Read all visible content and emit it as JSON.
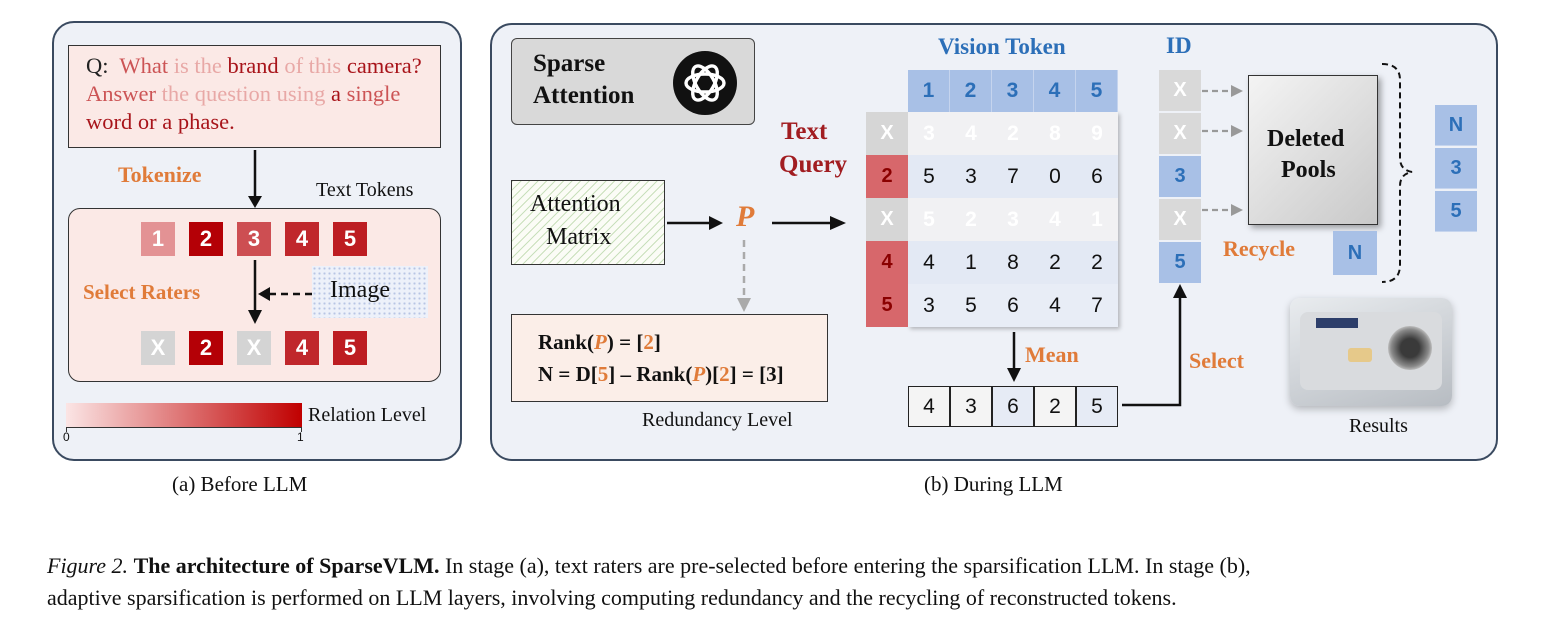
{
  "panel_a": {
    "question": {
      "prefix": "Q:",
      "words": [
        {
          "text": "What",
          "style": "mid"
        },
        {
          "text": "is the",
          "style": "light"
        },
        {
          "text": "brand",
          "style": "dark"
        },
        {
          "text": "of this",
          "style": "light"
        },
        {
          "text": "camera?",
          "style": "dark"
        },
        {
          "text": "Answer",
          "style": "mid"
        },
        {
          "text": "the question",
          "style": "light"
        },
        {
          "text": "using",
          "style": "light"
        },
        {
          "text": "a",
          "style": "dark"
        },
        {
          "text": "single",
          "style": "mid"
        },
        {
          "text": "word or a phase.",
          "style": "dark"
        }
      ]
    },
    "tokenize_label": "Tokenize",
    "text_tokens_label": "Text Tokens",
    "tokens_row1": [
      {
        "text": "1",
        "level": 0.25
      },
      {
        "text": "2",
        "level": 1.0
      },
      {
        "text": "3",
        "level": 0.6
      },
      {
        "text": "4",
        "level": 0.8
      },
      {
        "text": "5",
        "level": 0.85
      }
    ],
    "select_raters_label": "Select Raters",
    "image_label": "Image",
    "tokens_row2": [
      {
        "text": "X",
        "level": -1
      },
      {
        "text": "2",
        "level": 1.0
      },
      {
        "text": "X",
        "level": -1
      },
      {
        "text": "4",
        "level": 0.8
      },
      {
        "text": "5",
        "level": 0.85
      }
    ],
    "legend": {
      "label": "Relation Level",
      "min": "0",
      "max": "1",
      "start_color": "#fbe5e5",
      "end_color": "#c00000"
    },
    "caption": "(a) Before LLM"
  },
  "panel_b": {
    "sparse_attention_label": [
      "Sparse",
      "Attention"
    ],
    "attention_matrix_label": [
      "Attention",
      "Matrix"
    ],
    "p_symbol": "P",
    "text_query_label": [
      "Text",
      "Query"
    ],
    "vision_token_label": "Vision Token",
    "vision_token_ids": [
      "1",
      "2",
      "3",
      "4",
      "5"
    ],
    "query_rows": [
      {
        "id": "X",
        "active": false,
        "values": [
          "3",
          "4",
          "2",
          "8",
          "9"
        ]
      },
      {
        "id": "2",
        "active": true,
        "values": [
          "5",
          "3",
          "7",
          "0",
          "6"
        ]
      },
      {
        "id": "X",
        "active": false,
        "values": [
          "5",
          "2",
          "3",
          "4",
          "1"
        ]
      },
      {
        "id": "4",
        "active": true,
        "values": [
          "4",
          "1",
          "8",
          "2",
          "2"
        ]
      },
      {
        "id": "5",
        "active": true,
        "values": [
          "3",
          "5",
          "6",
          "4",
          "7"
        ]
      }
    ],
    "redundancy": {
      "line1": {
        "pre": "Rank(",
        "p": "P",
        "mid": ") = [",
        "val": "2",
        "post": "]"
      },
      "line2": {
        "pre": "N = D[",
        "d": "5",
        "mid1": "] – Rank(",
        "p": "P",
        "mid2": ")[",
        "idx": "2",
        "post": "] = [3]"
      },
      "label": "Redundancy Level"
    },
    "mean_label": "Mean",
    "mean_values": [
      "4",
      "3",
      "6",
      "2",
      "5"
    ],
    "select_label": "Select",
    "id_label": "ID",
    "id_column": [
      {
        "text": "X",
        "kept": false
      },
      {
        "text": "X",
        "kept": false
      },
      {
        "text": "3",
        "kept": true
      },
      {
        "text": "X",
        "kept": false
      },
      {
        "text": "5",
        "kept": true
      }
    ],
    "deleted_pools_label": [
      "Deleted",
      "Pools"
    ],
    "recycle_label": "Recycle",
    "recycle_token": "N",
    "results_tokens": [
      "N",
      "3",
      "5"
    ],
    "results_label": "Results",
    "caption": "(b) During LLM"
  },
  "figure_caption": {
    "prefix": "Figure 2.",
    "title": "The architecture of SparseVLM.",
    "body": "In stage (a), text raters are pre-selected before entering the sparsification LLM. In stage (b),",
    "line2": "adaptive sparsification is performed on LLM layers, involving computing redundancy and the recycling of reconstructed tokens."
  },
  "colors": {
    "panel_bg": "#eef1f7",
    "panel_border": "#3a4a60",
    "accent_orange": "#e07b39",
    "accent_blue": "#2c6fb8",
    "token_red": "#c00000",
    "faded_gray": "#d4d4d4",
    "light_blue_cell": "#a8c0e6"
  }
}
